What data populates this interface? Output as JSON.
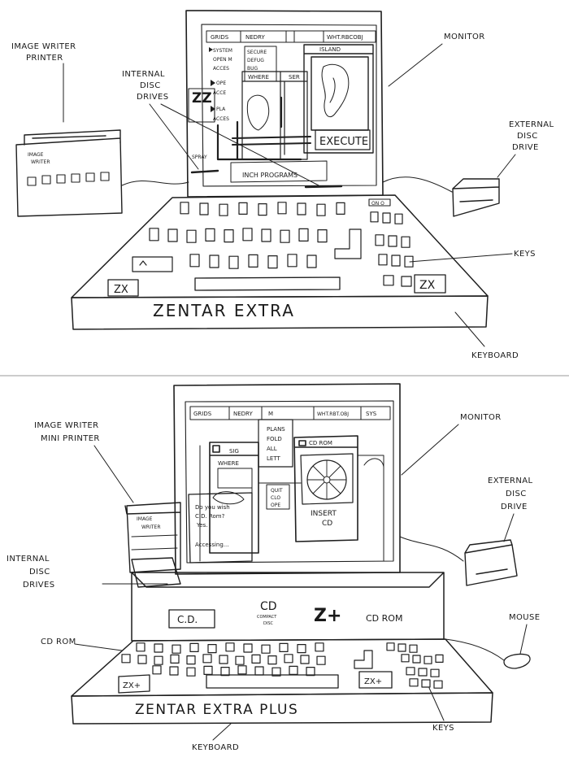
{
  "page": {
    "background": "#ffffff",
    "ink": "#1f1f1f",
    "divider": "#cccccc"
  },
  "sketch1": {
    "labels": {
      "printer": [
        "IMAGE WRITER",
        "PRINTER"
      ],
      "printer_face": [
        "IMAGE",
        "WRITER"
      ],
      "internal": [
        "INTERNAL",
        "DISC",
        "DRIVES"
      ],
      "monitor": "MONITOR",
      "external": [
        "EXTERNAL",
        "DISC",
        "DRIVE"
      ],
      "keys": "KEYS",
      "keyboard": "KEYBOARD",
      "brand": "ZENTAR  EXTRA",
      "zx_left": "ZX",
      "zx_right": "ZX",
      "on_key": "ON O"
    },
    "screen": {
      "menu": [
        "GRIDS",
        "NEDRY",
        "WHT.RBCOBJ"
      ],
      "menu_items": [
        "SYSTEM",
        "OPEN M",
        "ACCES",
        "OPE",
        "ACCE",
        "PLA",
        "ACCES",
        "SPRAY"
      ],
      "submenu": [
        "SECURE",
        "DEFUG",
        "BUG"
      ],
      "island_title": "ISLAND",
      "where_bar": [
        "WHERE",
        "SER"
      ],
      "execute": "EXECUTE",
      "logo": "ZZ",
      "status": "INCH PROGRAMS"
    }
  },
  "sketch2": {
    "labels": {
      "printer": [
        "IMAGE WRITER",
        "MINI PRINTER"
      ],
      "printer_face": [
        "IMAGE",
        "WRITER"
      ],
      "internal": [
        "INTERNAL",
        "DISC",
        "DRIVES"
      ],
      "monitor": "MONITOR",
      "external": [
        "EXTERNAL",
        "DISC",
        "DRIVE"
      ],
      "cdrom": "CD ROM",
      "mouse": "MOUSE",
      "keys": "KEYS",
      "keyboard": "KEYBOARD",
      "brand": "ZENTAR EXTRA PLUS",
      "zx_left": "ZX+",
      "zx_right": "ZX+"
    },
    "screen": {
      "menu": [
        "GRIDS",
        "NEDRY",
        "M",
        "WHT.RBT.OBJ",
        "SYS"
      ],
      "plans_menu": [
        "PLANS",
        "FOLD",
        "ALL",
        "LETT"
      ],
      "cdrom_title": "CD ROM",
      "insert": [
        "INSERT",
        "CD"
      ],
      "dialog": [
        "Do you wish",
        "C.D. Rom?",
        "Yes.",
        "Accessing..."
      ],
      "sig": "SIG",
      "where": "WHERE",
      "quit_menu": [
        "QUIT",
        "CLO",
        "OPE"
      ]
    },
    "drive_unit": {
      "slot": "C.D.",
      "compact": [
        "CD",
        "COMPACT",
        "DISC"
      ],
      "logo": "Z+",
      "cdrom": "CD ROM"
    }
  }
}
